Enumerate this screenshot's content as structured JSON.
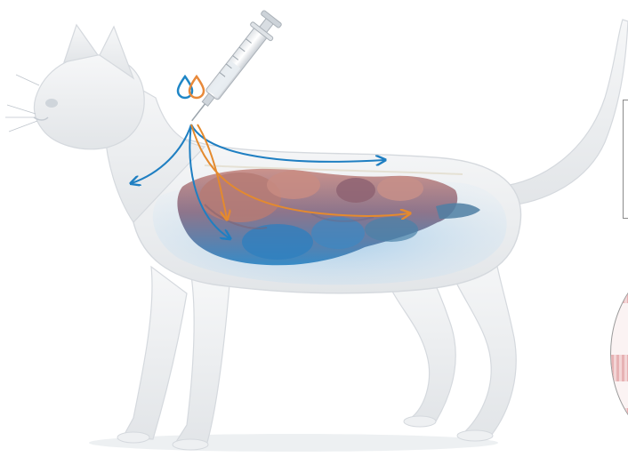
{
  "scene": {
    "subject": "cat-anatomy-illustration",
    "elements": [
      "syringe-icon",
      "droplets-icon",
      "absorption-arrows",
      "abdominal-organs"
    ],
    "colors": {
      "body": "#eef0f2",
      "body_outline": "#d5d9de",
      "blue_drop": "#1f86c6",
      "orange_drop": "#e8893a",
      "blue_arrow": "#1f7fc2",
      "orange_arrow": "#e48a2e",
      "organs_warm": "#b97c74",
      "organs_cool": "#3f8fc4",
      "abdomen_glow": "#bcdcf3"
    }
  }
}
